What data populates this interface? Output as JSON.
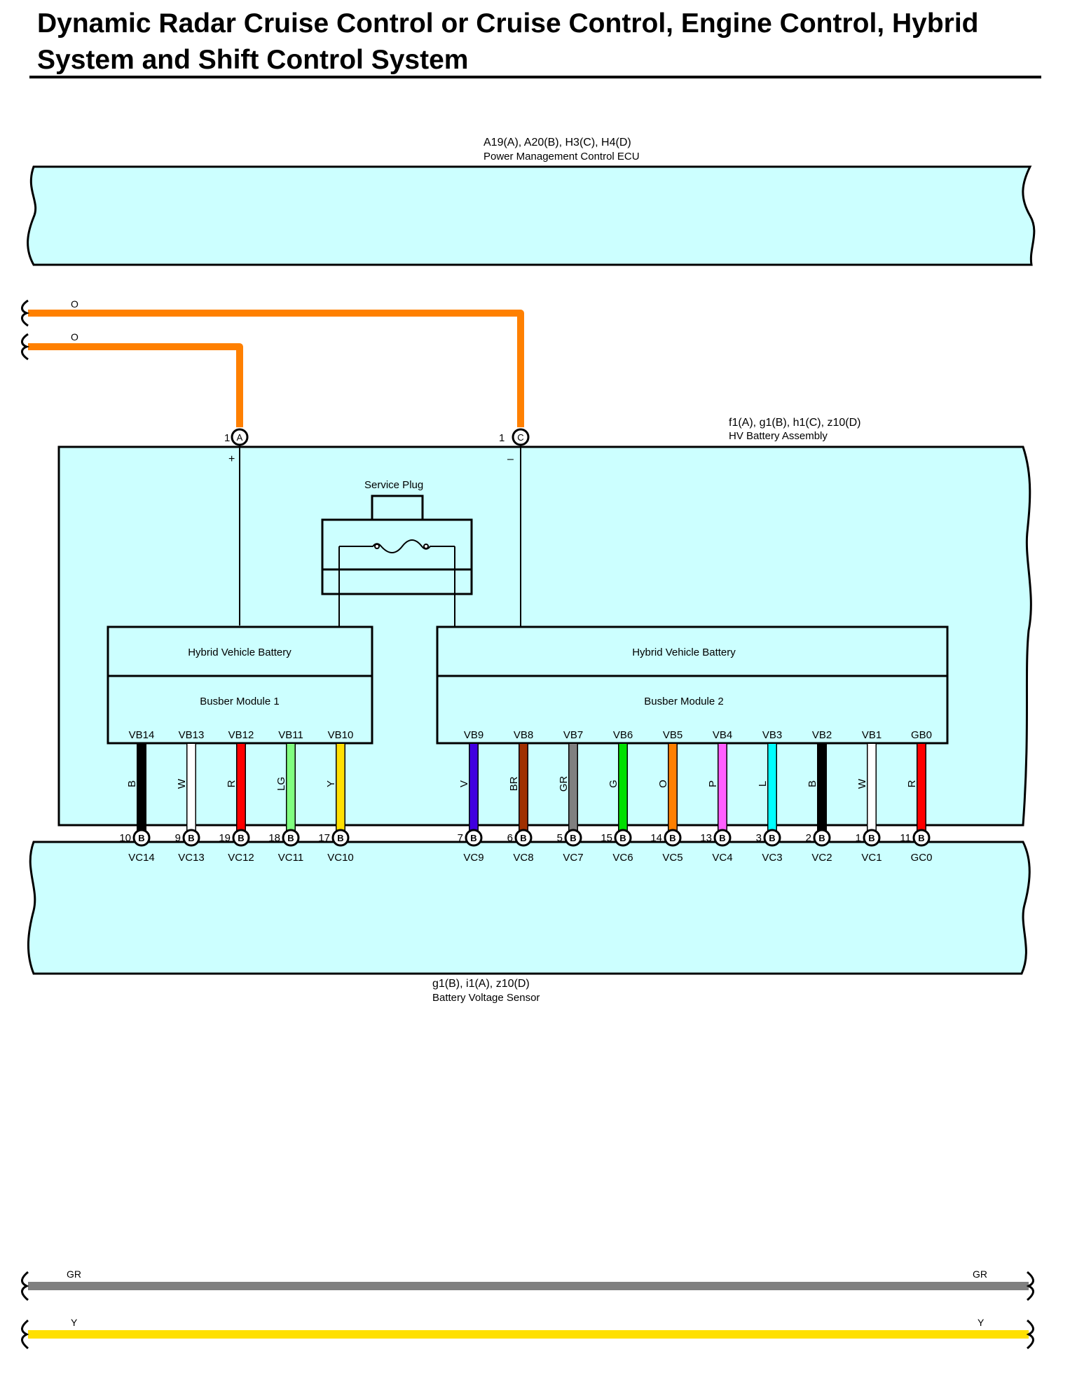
{
  "title": "Dynamic Radar Cruise Control or Cruise Control, Engine Control, Hybrid System and Shift Control System",
  "colors": {
    "box_fill": "#ccffff",
    "O": "#ff8000",
    "GR": "#808080",
    "Y": "#ffe000",
    "B": "#000000",
    "W": "#ffffff",
    "R": "#ff0000",
    "LG": "#80ff80",
    "V": "#4000e0",
    "BR": "#a03000",
    "G": "#00e000",
    "P": "#ff60ff",
    "L": "#00ffff"
  },
  "pmc_ecu": {
    "code": "A19(A), A20(B), H3(C), H4(D)",
    "name": "Power Management Control ECU"
  },
  "hv_battery": {
    "code": "f1(A), g1(B), h1(C), z10(D)",
    "name": "HV Battery Assembly",
    "service_plug": "Service Plug",
    "terminal_plus": {
      "pin": "1",
      "conn": "A",
      "sign": "+"
    },
    "terminal_minus": {
      "pin": "1",
      "conn": "C",
      "sign": "–"
    },
    "module1": {
      "title": "Hybrid Vehicle Battery",
      "subtitle": "Busber Module 1"
    },
    "module2": {
      "title": "Hybrid Vehicle Battery",
      "subtitle": "Busber Module 2"
    }
  },
  "sensor": {
    "code": "g1(B), i1(A), z10(D)",
    "name": "Battery Voltage Sensor"
  },
  "top_wires": [
    {
      "color": "O"
    },
    {
      "color": "O"
    }
  ],
  "bottom_wires": [
    {
      "left_label": "GR",
      "right_label": "GR"
    },
    {
      "left_label": "Y",
      "right_label": "Y"
    }
  ],
  "terminals": [
    {
      "top": "VB14",
      "wire": "B",
      "pin": "10",
      "conn": "B",
      "bottom": "VC14"
    },
    {
      "top": "VB13",
      "wire": "W",
      "pin": "9",
      "conn": "B",
      "bottom": "VC13"
    },
    {
      "top": "VB12",
      "wire": "R",
      "pin": "19",
      "conn": "B",
      "bottom": "VC12"
    },
    {
      "top": "VB11",
      "wire": "LG",
      "pin": "18",
      "conn": "B",
      "bottom": "VC11"
    },
    {
      "top": "VB10",
      "wire": "Y",
      "pin": "17",
      "conn": "B",
      "bottom": "VC10"
    },
    {
      "top": "VB9",
      "wire": "V",
      "pin": "7",
      "conn": "B",
      "bottom": "VC9"
    },
    {
      "top": "VB8",
      "wire": "BR",
      "pin": "6",
      "conn": "B",
      "bottom": "VC8"
    },
    {
      "top": "VB7",
      "wire": "GR",
      "pin": "5",
      "conn": "B",
      "bottom": "VC7"
    },
    {
      "top": "VB6",
      "wire": "G",
      "pin": "15",
      "conn": "B",
      "bottom": "VC6"
    },
    {
      "top": "VB5",
      "wire": "O",
      "pin": "14",
      "conn": "B",
      "bottom": "VC5"
    },
    {
      "top": "VB4",
      "wire": "P",
      "pin": "13",
      "conn": "B",
      "bottom": "VC4"
    },
    {
      "top": "VB3",
      "wire": "L",
      "pin": "3",
      "conn": "B",
      "bottom": "VC3"
    },
    {
      "top": "VB2",
      "wire": "B",
      "pin": "2",
      "conn": "B",
      "bottom": "VC2"
    },
    {
      "top": "VB1",
      "wire": "W",
      "pin": "1",
      "conn": "B",
      "bottom": "VC1"
    },
    {
      "top": "GB0",
      "wire": "R",
      "pin": "11",
      "conn": "B",
      "bottom": "GC0"
    }
  ]
}
